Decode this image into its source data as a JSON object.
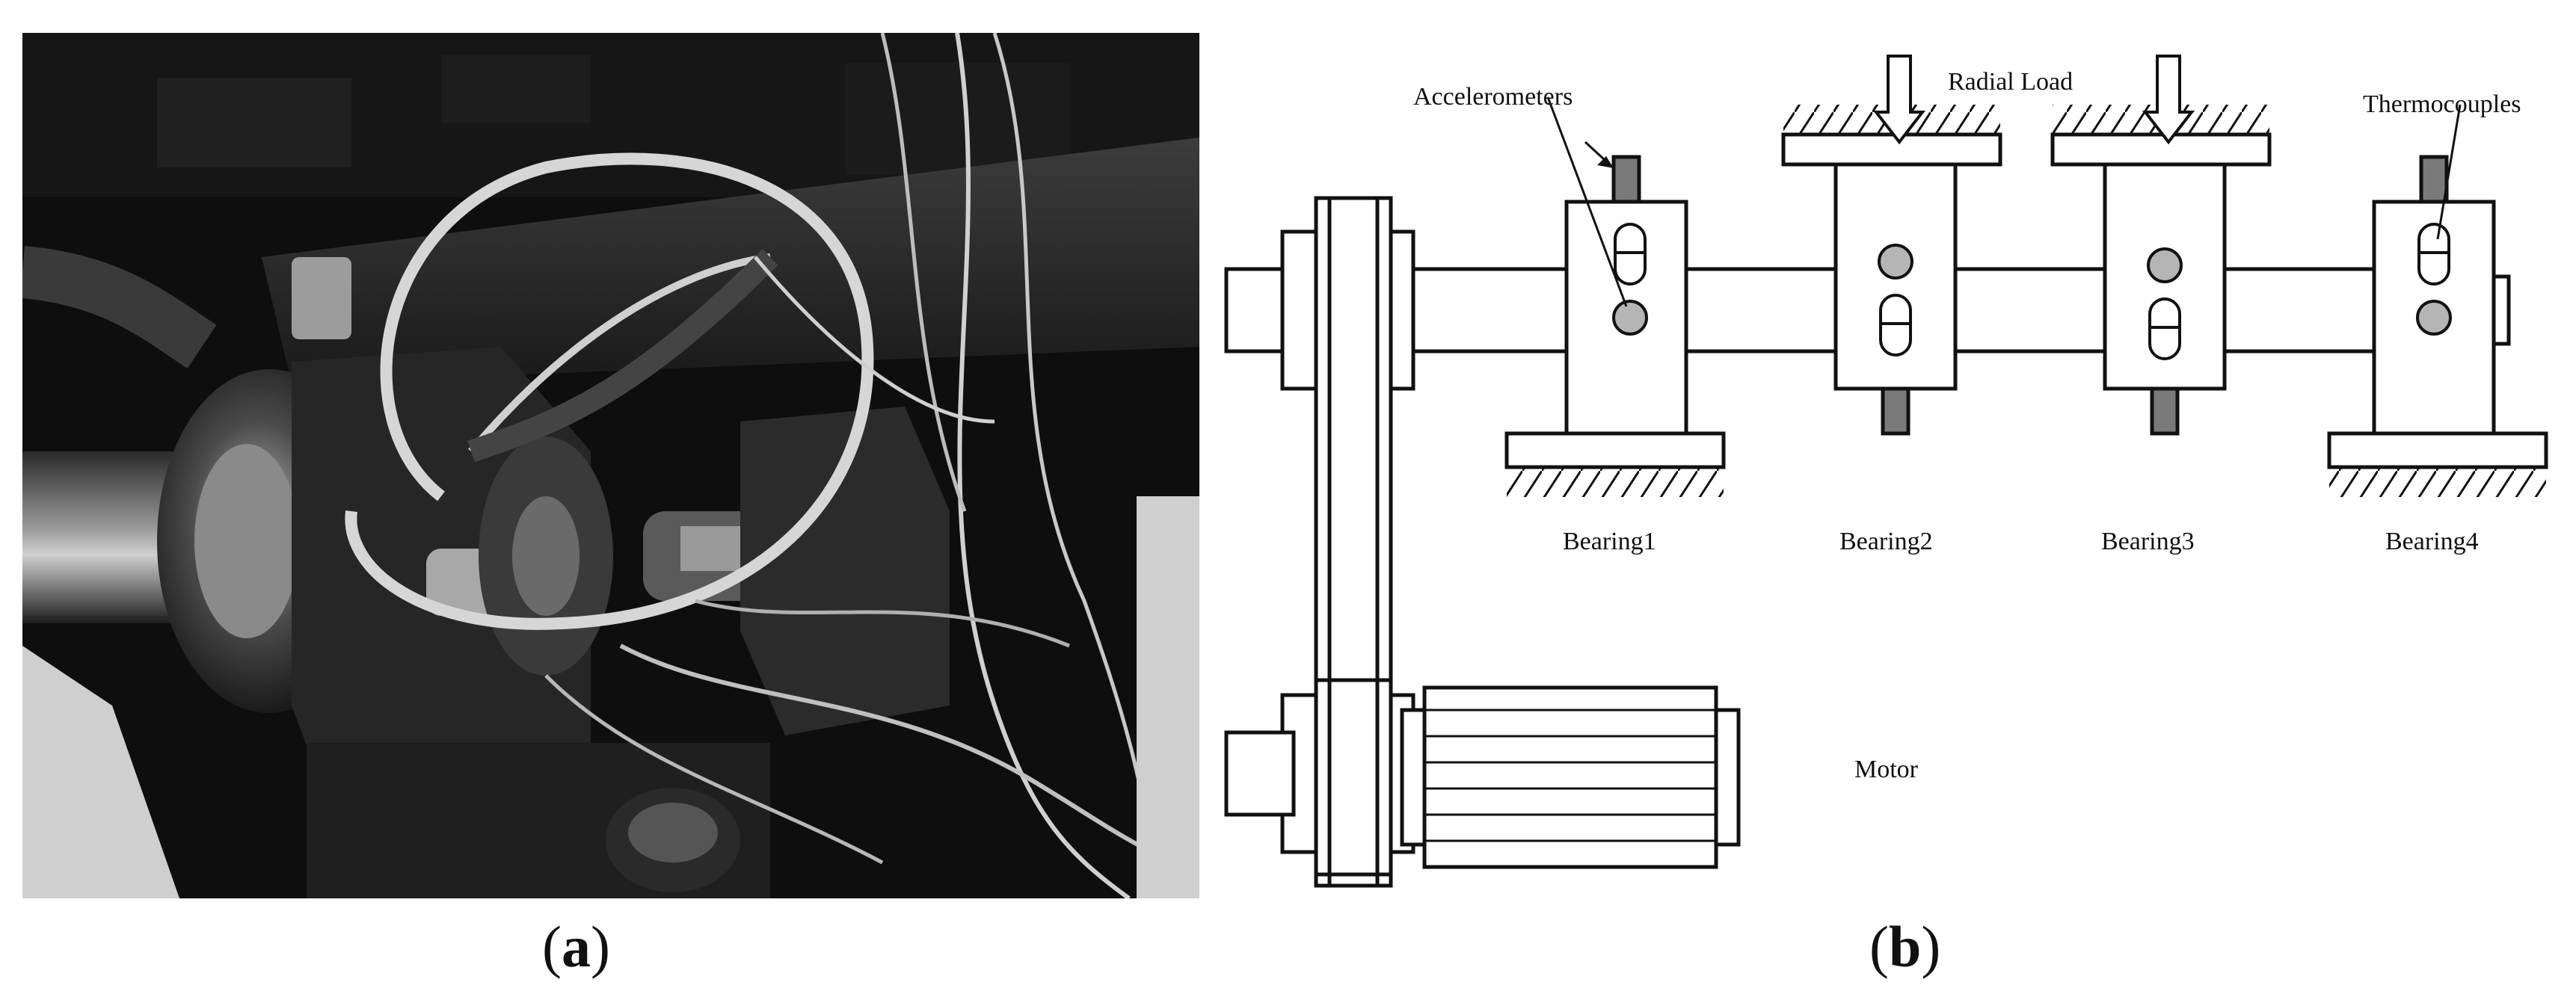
{
  "captions": {
    "a": "a",
    "b": "b"
  },
  "diagram": {
    "labels": {
      "accelerometers": "Accelerometers",
      "radial_load": "Radial Load",
      "thermocouples": "Thermocouples",
      "motor": "Motor"
    },
    "bearings": [
      "Bearing1",
      "Bearing2",
      "Bearing3",
      "Bearing4"
    ]
  },
  "colors": {
    "sensor_fill": "#b5b5b5",
    "stud_fill": "#7a7a7a",
    "line": "#111111"
  }
}
